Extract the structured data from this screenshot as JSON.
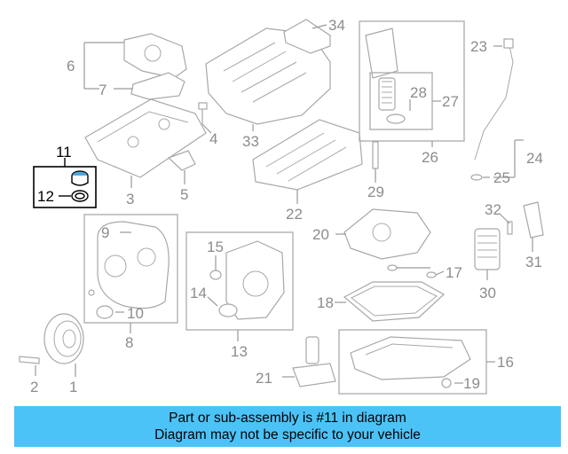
{
  "diagram": {
    "highlighted_part": "11",
    "colors": {
      "highlight": "#000000",
      "part_outline": "#a8a8a8",
      "banner": "#4cc3f7",
      "highlighted_fill": "#4fa6d8"
    },
    "labels": {
      "p1": "1",
      "p2": "2",
      "p3": "3",
      "p4": "4",
      "p5": "5",
      "p6": "6",
      "p7": "7",
      "p8": "8",
      "p9": "9",
      "p10": "10",
      "p11": "11",
      "p12": "12",
      "p13": "13",
      "p14": "14",
      "p15": "15",
      "p16": "16",
      "p17": "17",
      "p18": "18",
      "p19": "19",
      "p20": "20",
      "p21": "21",
      "p22": "22",
      "p23": "23",
      "p24": "24",
      "p25": "25",
      "p26": "26",
      "p27": "27",
      "p28": "28",
      "p29": "29",
      "p30": "30",
      "p31": "31",
      "p32": "32",
      "p33": "33",
      "p34": "34"
    }
  },
  "banner": {
    "line1": "Part or sub-assembly is #11 in diagram",
    "line2": "Diagram may not be specific to your vehicle"
  }
}
